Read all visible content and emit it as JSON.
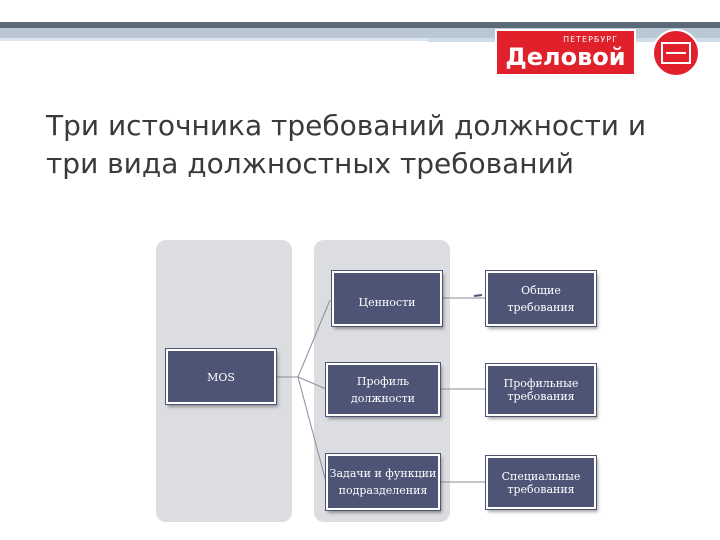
{
  "header": {
    "logo_small_text": "ПЕТЕРБУРГ",
    "logo_main_text": "Деловой",
    "brand_color": "#e0202a"
  },
  "slide": {
    "title": "Три источника требований должности и три вида должностных требований"
  },
  "diagram": {
    "source_node": "MOS",
    "sources": [
      "Ценности",
      "Профиль должности",
      "Задачи и функции подразделения"
    ],
    "requirements": [
      "Общие требования",
      "Профильные требования",
      "Специальные требования"
    ],
    "node_color": "#4d5475",
    "column_color": "#dcdde0"
  }
}
